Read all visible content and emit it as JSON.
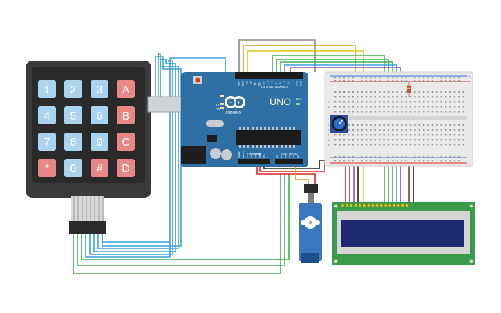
{
  "keypad": {
    "keys": [
      "1",
      "2",
      "3",
      "A",
      "4",
      "5",
      "6",
      "B",
      "7",
      "8",
      "9",
      "C",
      "*",
      "0",
      "#",
      "D"
    ],
    "key_types": [
      "num",
      "num",
      "num",
      "letter",
      "num",
      "num",
      "num",
      "letter",
      "num",
      "num",
      "num",
      "letter",
      "special",
      "num",
      "special",
      "letter"
    ],
    "colors": {
      "num": "#a9d3ef",
      "letter": "#e98787",
      "special": "#e98787",
      "body": "#3a3a3a"
    }
  },
  "arduino": {
    "logo_text": "UNO",
    "brand_text": "ARDUINO",
    "digital_label": "DIGITAL (PWM~)",
    "power_label": "POWER",
    "analog_label": "ANALOG IN",
    "tx_label": "TX",
    "rx_label": "RX",
    "l_label": "L",
    "on_label": "ON",
    "digital_pins": [
      "AREF",
      "GND",
      "13",
      "12",
      "~11",
      "~10",
      "~9",
      "8",
      "7",
      "~6",
      "~5",
      "4",
      "~3",
      "2",
      "TX 1",
      "RX 0"
    ],
    "power_pins": [
      "IOREF",
      "RESET",
      "3.3V",
      "5V",
      "GND",
      "GND",
      "Vin"
    ],
    "analog_pins": [
      "A0",
      "A1",
      "A2",
      "A3",
      "A4",
      "A5"
    ],
    "color": "#2f6fa3"
  },
  "breadboard": {
    "row_letters_top": [
      "j",
      "i",
      "h",
      "g",
      "f"
    ],
    "row_letters_bottom": [
      "e",
      "d",
      "c",
      "b",
      "a"
    ],
    "plus_label": "+",
    "minus_label": "−"
  },
  "lcd": {
    "pin_count": 16,
    "colors": {
      "pcb": "#3a9b4a",
      "screen": "#1f2a6e"
    }
  },
  "wires": {
    "colors": {
      "blue": "#3aa0d8",
      "green": "#3cb34a",
      "orange": "#e8961e",
      "yellow": "#e6c619",
      "purple": "#8a4fc0",
      "gray": "#8a8a8a",
      "red": "#d8261e",
      "black": "#222222",
      "magenta": "#c0207a",
      "brown": "#7a4a1e"
    }
  }
}
